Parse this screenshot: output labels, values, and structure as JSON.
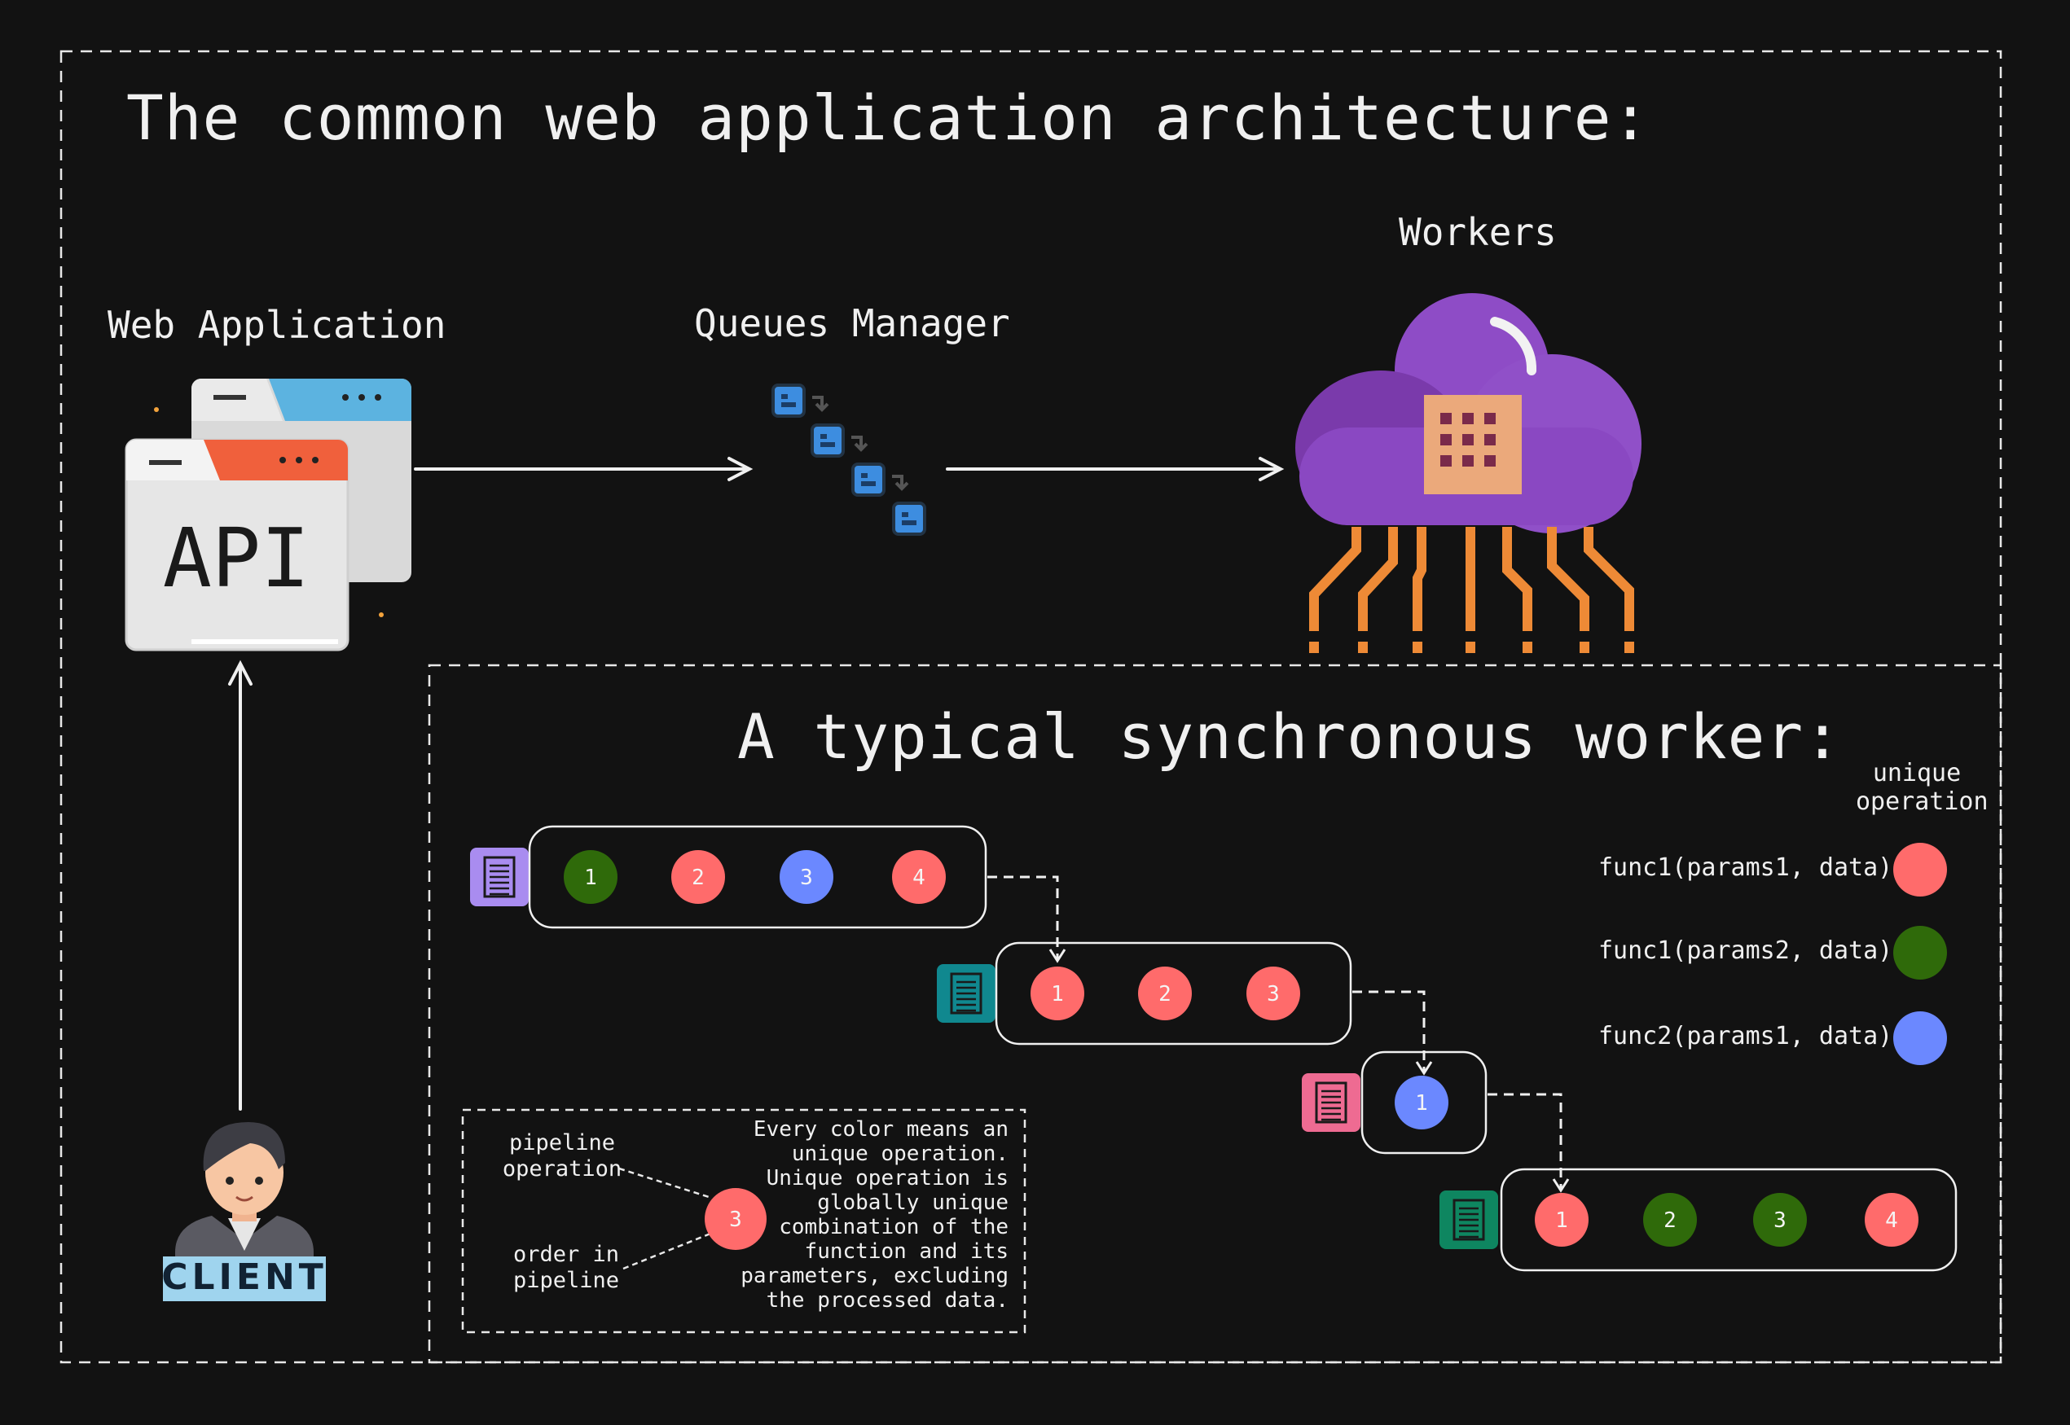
{
  "title": "The common web application architecture:",
  "components": {
    "web_app": "Web Application",
    "api": "API",
    "queues": "Queues Manager",
    "workers": "Workers",
    "client": "CLIENT"
  },
  "worker_title": "A typical synchronous worker:",
  "legend": {
    "header_line1": "unique",
    "header_line2": "operation",
    "items": [
      {
        "label": "func1(params1, data)",
        "color": "#ff6b6b"
      },
      {
        "label": "func1(params2, data)",
        "color": "#2f6a0a"
      },
      {
        "label": "func2(params1, data)",
        "color": "#6b88ff"
      }
    ]
  },
  "pipelines": [
    {
      "icon_color": "#a98cf0",
      "ops": [
        {
          "n": "1",
          "color": "#2f6a0a"
        },
        {
          "n": "2",
          "color": "#ff6b6b"
        },
        {
          "n": "3",
          "color": "#6b88ff"
        },
        {
          "n": "4",
          "color": "#ff6b6b"
        }
      ]
    },
    {
      "icon_color": "#10888f",
      "ops": [
        {
          "n": "1",
          "color": "#ff6b6b"
        },
        {
          "n": "2",
          "color": "#ff6b6b"
        },
        {
          "n": "3",
          "color": "#ff6b6b"
        }
      ]
    },
    {
      "icon_color": "#ee6b92",
      "ops": [
        {
          "n": "1",
          "color": "#6b88ff"
        }
      ]
    },
    {
      "icon_color": "#0e8660",
      "ops": [
        {
          "n": "1",
          "color": "#ff6b6b"
        },
        {
          "n": "2",
          "color": "#2f6a0a"
        },
        {
          "n": "3",
          "color": "#2f6a0a"
        },
        {
          "n": "4",
          "color": "#ff6b6b"
        }
      ]
    }
  ],
  "explain": {
    "pipeline_op": [
      "pipeline",
      "operation"
    ],
    "order": [
      "order in",
      "pipeline"
    ],
    "sample_number": "3",
    "sample_color": "#ff6b6b",
    "text": [
      "Every color means an",
      "unique operation.",
      "Unique operation is",
      "globally unique",
      "combination of the",
      "function and its",
      "parameters, excluding",
      "the processed data."
    ]
  }
}
